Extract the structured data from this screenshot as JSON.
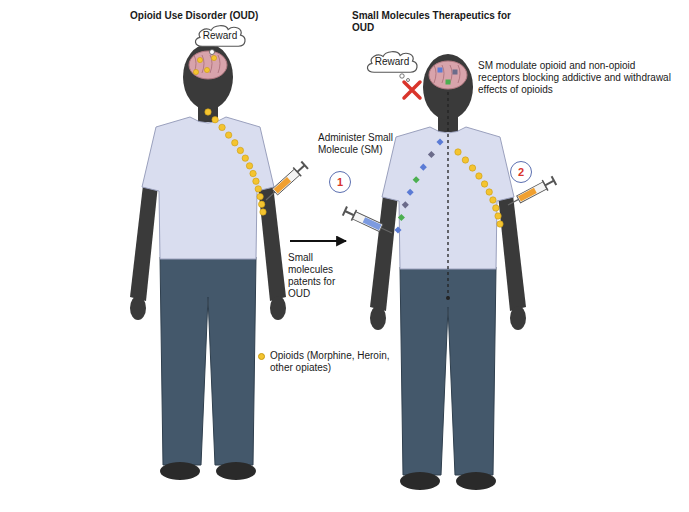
{
  "diagram": {
    "nodes": [
      {
        "text": [
          "Reward"
        ]
      },
      {
        "text": [
          "Reward"
        ]
      },
      {
        "text": [
          "1"
        ]
      },
      {
        "text": [
          "2"
        ]
      }
    ],
    "labels": [
      "Opioid Use Disorder (OUD)",
      "Small Molecules Therapeutics for OUD",
      "SM modulate opioid and non-opioid receptors blocking addictive and withdrawal effects of opioids",
      "Administer Small Molecule (SM)",
      "Small molecules patents for OUD"
    ],
    "legend": [
      {
        "text": "Opioids (Morphine, Heroin, other opiates)",
        "color": "#f4c430"
      }
    ]
  }
}
